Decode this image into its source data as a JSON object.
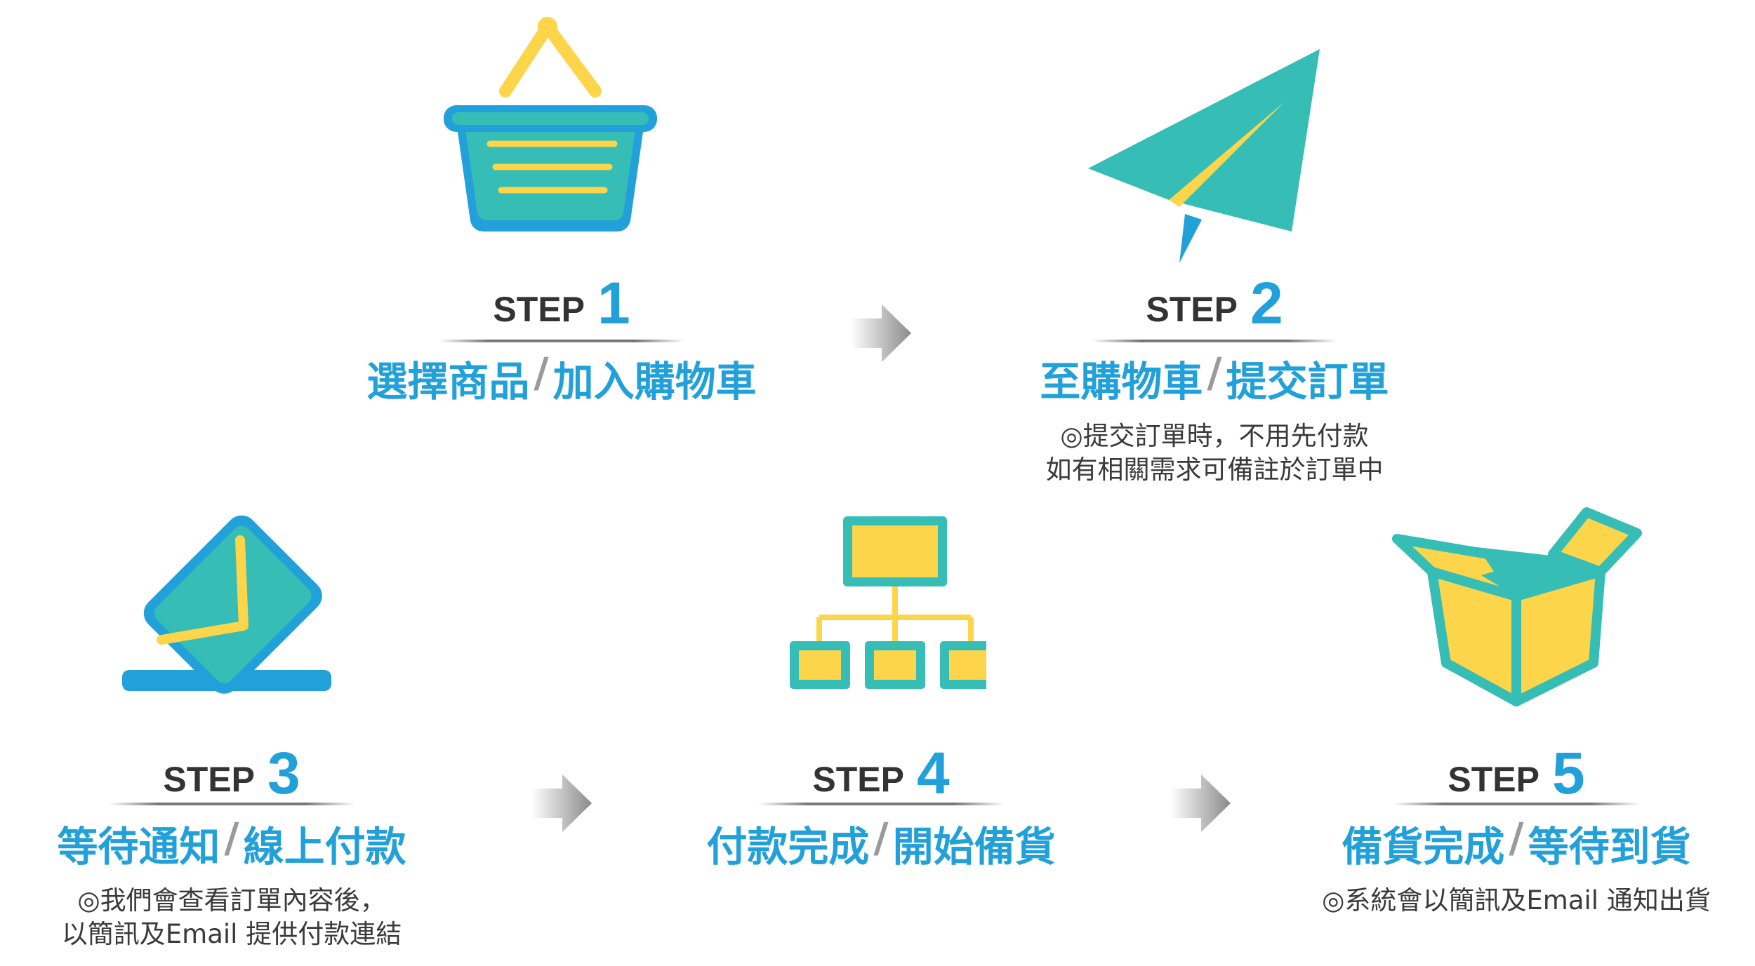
{
  "step_word": "STEP",
  "steps": [
    {
      "number": "1",
      "title_a": "選擇商品",
      "title_b": "加入購物車",
      "note_lines": []
    },
    {
      "number": "2",
      "title_a": "至購物車",
      "title_b": "提交訂單",
      "note_lines": [
        "◎提交訂單時，不用先付款",
        "如有相關需求可備註於訂單中"
      ]
    },
    {
      "number": "3",
      "title_a": "等待通知",
      "title_b": "線上付款",
      "note_lines": [
        "◎我們會查看訂單內容後，",
        "以簡訊及Email 提供付款連結"
      ]
    },
    {
      "number": "4",
      "title_a": "付款完成",
      "title_b": "開始備貨",
      "note_lines": []
    },
    {
      "number": "5",
      "title_a": "備貨完成",
      "title_b": "等待到貨",
      "note_lines": [
        "◎系統會以簡訊及Email 通知出貨"
      ]
    }
  ],
  "separator": "/",
  "icons": [
    "shopping-basket-icon",
    "paper-plane-icon",
    "check-card-icon",
    "org-chart-icon",
    "open-box-icon"
  ],
  "colors": {
    "teal": "#35BDB6",
    "blue": "#22A0DA",
    "yellow": "#FCD54B",
    "gray": "#9A9A9A",
    "dark": "#333333"
  }
}
